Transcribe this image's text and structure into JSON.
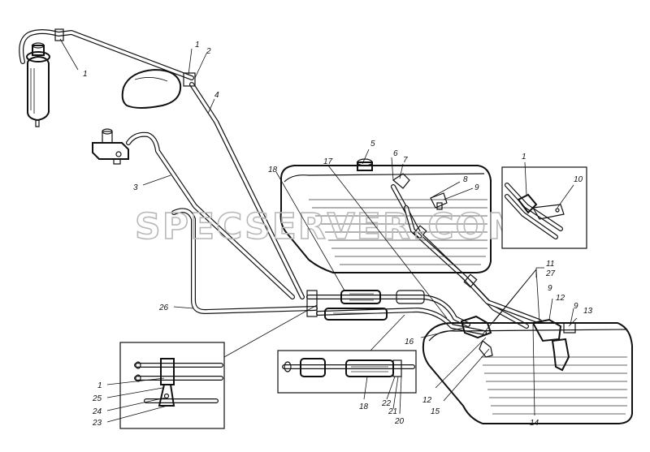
{
  "colors": {
    "ink": "#111111",
    "paper": "#ffffff",
    "watermark": "#b8b8b8"
  },
  "watermark": {
    "text": "SPECSERVER.COM"
  },
  "callouts": {
    "top_filter_1": "1",
    "clip_1": "1",
    "clip_2": "2",
    "pipe_3": "3",
    "pipe_4": "4",
    "tank_5": "5",
    "fitting_6": "6",
    "cap_7": "7",
    "fitting_8": "8",
    "fitting_9": "9",
    "inset_1": "1",
    "inset_10": "10",
    "hose_17": "17",
    "hose_18": "18",
    "label_11": "11",
    "label_27": "27",
    "valve_9a": "9",
    "valve_12a": "12",
    "valve_9b": "9",
    "tank_13": "13",
    "pipe_26": "26",
    "tap_16": "16",
    "valve_12b": "12",
    "tap_15": "15",
    "label_14": "14",
    "detail_1": "1",
    "detail_25": "25",
    "detail_24": "24",
    "detail_23": "23",
    "detail_18": "18",
    "detail_22": "22",
    "detail_21": "21",
    "detail_20": "20"
  }
}
